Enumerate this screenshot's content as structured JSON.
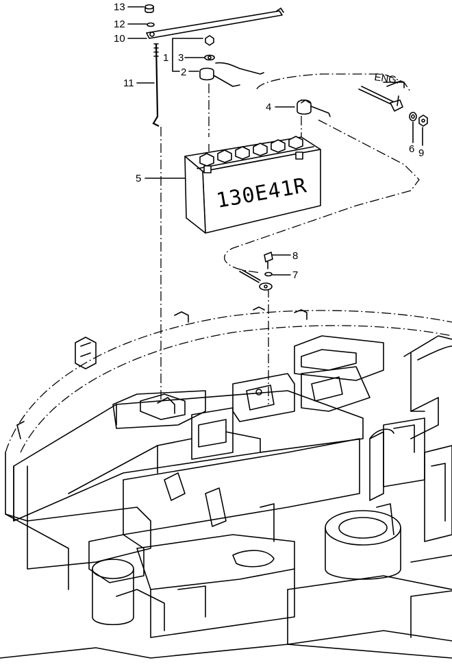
{
  "callouts": [
    {
      "id": "c13",
      "text": "13"
    },
    {
      "id": "c12",
      "text": "12"
    },
    {
      "id": "c10",
      "text": "10"
    },
    {
      "id": "c1",
      "text": "1"
    },
    {
      "id": "c3",
      "text": "3"
    },
    {
      "id": "c2",
      "text": "2"
    },
    {
      "id": "c11",
      "text": "11"
    },
    {
      "id": "c4",
      "text": "4"
    },
    {
      "id": "c5",
      "text": "5"
    },
    {
      "id": "c6",
      "text": "6"
    },
    {
      "id": "c9",
      "text": "9"
    },
    {
      "id": "c8",
      "text": "8"
    },
    {
      "id": "c7",
      "text": "7"
    }
  ],
  "eng_label": "ENG.",
  "battery_model": "130E41R"
}
